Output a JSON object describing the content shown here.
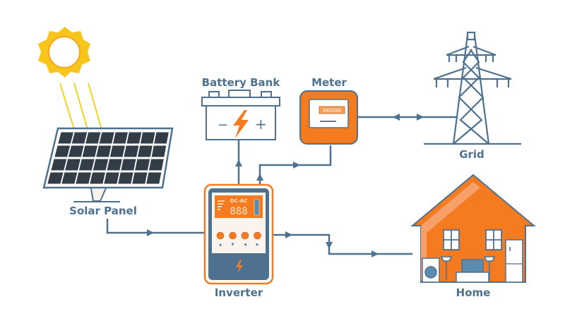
{
  "diagram": {
    "title": "Solar power system with battery, inverter, meter and grid",
    "colors": {
      "primary": "#4e7190",
      "accent": "#f47b20",
      "sun": "#f7c51c",
      "panel_cell": "#333d47",
      "background": "#ffffff"
    },
    "nodes": {
      "sun": {
        "icon": "sun-icon"
      },
      "solar_panel": {
        "label": "Solar Panel",
        "icon": "solar-panel-icon"
      },
      "battery_bank": {
        "label": "Battery Bank",
        "icon": "battery-icon",
        "minus": "−",
        "plus": "+"
      },
      "meter": {
        "label": "Meter",
        "icon": "electric-meter-icon",
        "reading": "XXXXXX"
      },
      "grid": {
        "label": "Grid",
        "icon": "transmission-tower-icon"
      },
      "inverter": {
        "label": "Inverter",
        "icon": "inverter-icon",
        "display_mode": "DC-AC",
        "display_digits": "888",
        "buttons": [
          "▲",
          "▼",
          "◀",
          "▶"
        ]
      },
      "home": {
        "label": "Home",
        "icon": "house-icon"
      }
    },
    "edges": [
      {
        "from": "solar_panel",
        "to": "inverter",
        "direction": "forward"
      },
      {
        "from": "inverter",
        "to": "battery_bank",
        "direction": "forward"
      },
      {
        "from": "inverter",
        "to": "meter",
        "direction": "forward"
      },
      {
        "from": "meter",
        "to": "grid",
        "direction": "bidirectional"
      },
      {
        "from": "inverter",
        "to": "home",
        "direction": "forward"
      }
    ]
  }
}
